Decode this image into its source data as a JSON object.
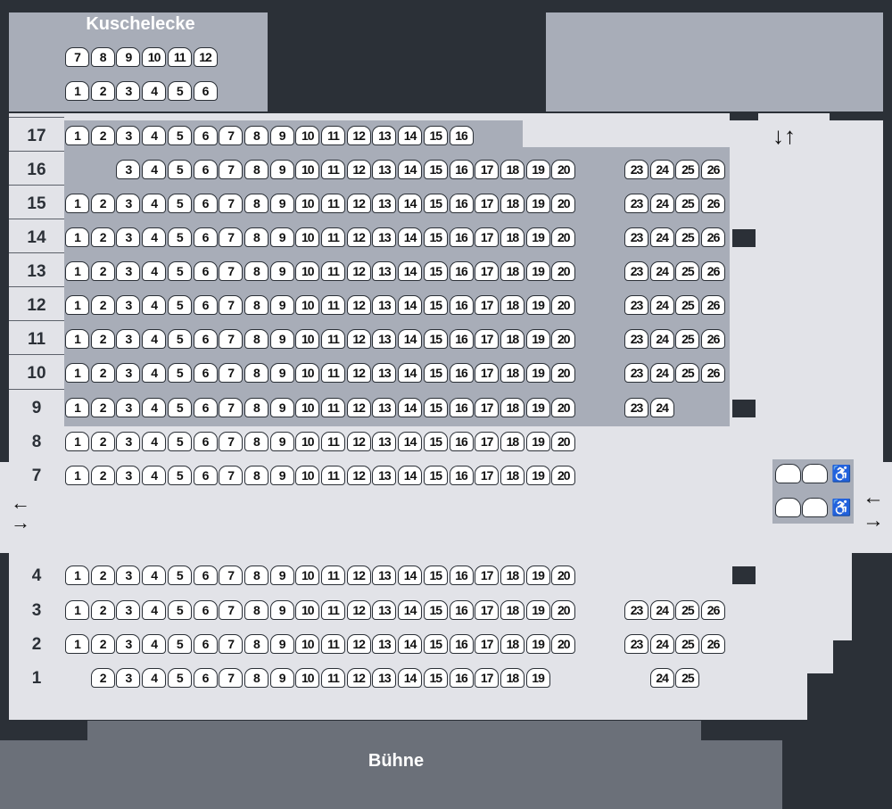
{
  "kuschelecke": {
    "title": "Kuschelecke",
    "row_upper": [
      "7",
      "8",
      "9",
      "10",
      "11",
      "12"
    ],
    "row_lower": [
      "1",
      "2",
      "3",
      "4",
      "5",
      "6"
    ]
  },
  "stage": {
    "label": "Bühne"
  },
  "rows": [
    {
      "label": "17",
      "left": [
        "1",
        "2",
        "3",
        "4",
        "5",
        "6",
        "7",
        "8",
        "9",
        "10",
        "11",
        "12",
        "13",
        "14",
        "15",
        "16"
      ],
      "right": []
    },
    {
      "label": "16",
      "left": [
        "3",
        "4",
        "5",
        "6",
        "7",
        "8",
        "9",
        "10",
        "11",
        "12",
        "13",
        "14",
        "15",
        "16",
        "17",
        "18",
        "19",
        "20"
      ],
      "right": [
        "23",
        "24",
        "25",
        "26"
      ]
    },
    {
      "label": "15",
      "left": [
        "1",
        "2",
        "3",
        "4",
        "5",
        "6",
        "7",
        "8",
        "9",
        "10",
        "11",
        "12",
        "13",
        "14",
        "15",
        "16",
        "17",
        "18",
        "19",
        "20"
      ],
      "right": [
        "23",
        "24",
        "25",
        "26"
      ]
    },
    {
      "label": "14",
      "left": [
        "1",
        "2",
        "3",
        "4",
        "5",
        "6",
        "7",
        "8",
        "9",
        "10",
        "11",
        "12",
        "13",
        "14",
        "15",
        "16",
        "17",
        "18",
        "19",
        "20"
      ],
      "right": [
        "23",
        "24",
        "25",
        "26"
      ]
    },
    {
      "label": "13",
      "left": [
        "1",
        "2",
        "3",
        "4",
        "5",
        "6",
        "7",
        "8",
        "9",
        "10",
        "11",
        "12",
        "13",
        "14",
        "15",
        "16",
        "17",
        "18",
        "19",
        "20"
      ],
      "right": [
        "23",
        "24",
        "25",
        "26"
      ]
    },
    {
      "label": "12",
      "left": [
        "1",
        "2",
        "3",
        "4",
        "5",
        "6",
        "7",
        "8",
        "9",
        "10",
        "11",
        "12",
        "13",
        "14",
        "15",
        "16",
        "17",
        "18",
        "19",
        "20"
      ],
      "right": [
        "23",
        "24",
        "25",
        "26"
      ]
    },
    {
      "label": "11",
      "left": [
        "1",
        "2",
        "3",
        "4",
        "5",
        "6",
        "7",
        "8",
        "9",
        "10",
        "11",
        "12",
        "13",
        "14",
        "15",
        "16",
        "17",
        "18",
        "19",
        "20"
      ],
      "right": [
        "23",
        "24",
        "25",
        "26"
      ]
    },
    {
      "label": "10",
      "left": [
        "1",
        "2",
        "3",
        "4",
        "5",
        "6",
        "7",
        "8",
        "9",
        "10",
        "11",
        "12",
        "13",
        "14",
        "15",
        "16",
        "17",
        "18",
        "19",
        "20"
      ],
      "right": [
        "23",
        "24",
        "25",
        "26"
      ]
    },
    {
      "label": "9",
      "left": [
        "1",
        "2",
        "3",
        "4",
        "5",
        "6",
        "7",
        "8",
        "9",
        "10",
        "11",
        "12",
        "13",
        "14",
        "15",
        "16",
        "17",
        "18",
        "19",
        "20"
      ],
      "right": [
        "23",
        "24"
      ]
    },
    {
      "label": "8",
      "left": [
        "1",
        "2",
        "3",
        "4",
        "5",
        "6",
        "7",
        "8",
        "9",
        "10",
        "11",
        "12",
        "13",
        "14",
        "15",
        "16",
        "17",
        "18",
        "19",
        "20"
      ],
      "right": []
    },
    {
      "label": "7",
      "left": [
        "1",
        "2",
        "3",
        "4",
        "5",
        "6",
        "7",
        "8",
        "9",
        "10",
        "11",
        "12",
        "13",
        "14",
        "15",
        "16",
        "17",
        "18",
        "19",
        "20"
      ],
      "right": []
    },
    {
      "label": "4",
      "left": [
        "1",
        "2",
        "3",
        "4",
        "5",
        "6",
        "7",
        "8",
        "9",
        "10",
        "11",
        "12",
        "13",
        "14",
        "15",
        "16",
        "17",
        "18",
        "19",
        "20"
      ],
      "right": []
    },
    {
      "label": "3",
      "left": [
        "1",
        "2",
        "3",
        "4",
        "5",
        "6",
        "7",
        "8",
        "9",
        "10",
        "11",
        "12",
        "13",
        "14",
        "15",
        "16",
        "17",
        "18",
        "19",
        "20"
      ],
      "right": [
        "23",
        "24",
        "25",
        "26"
      ]
    },
    {
      "label": "2",
      "left": [
        "1",
        "2",
        "3",
        "4",
        "5",
        "6",
        "7",
        "8",
        "9",
        "10",
        "11",
        "12",
        "13",
        "14",
        "15",
        "16",
        "17",
        "18",
        "19",
        "20"
      ],
      "right": [
        "23",
        "24",
        "25",
        "26"
      ]
    },
    {
      "label": "1",
      "left": [
        "2",
        "3",
        "4",
        "5",
        "6",
        "7",
        "8",
        "9",
        "10",
        "11",
        "12",
        "13",
        "14",
        "15",
        "16",
        "17",
        "18",
        "19"
      ],
      "right": [
        "24",
        "25"
      ]
    }
  ],
  "wheelchair": {
    "icon": "wheelchair-icon",
    "symbol": "♿"
  },
  "exits": {
    "left_icon": "exit-arrows-icon",
    "right_icon": "exit-arrows-icon",
    "top_icon": "up-down-arrows-icon"
  },
  "colors": {
    "hall": "#e2e3e8",
    "zone": "#a8adb8",
    "stage": "#6b7079",
    "wall": "#2b3037",
    "seat": "#ffffff"
  }
}
